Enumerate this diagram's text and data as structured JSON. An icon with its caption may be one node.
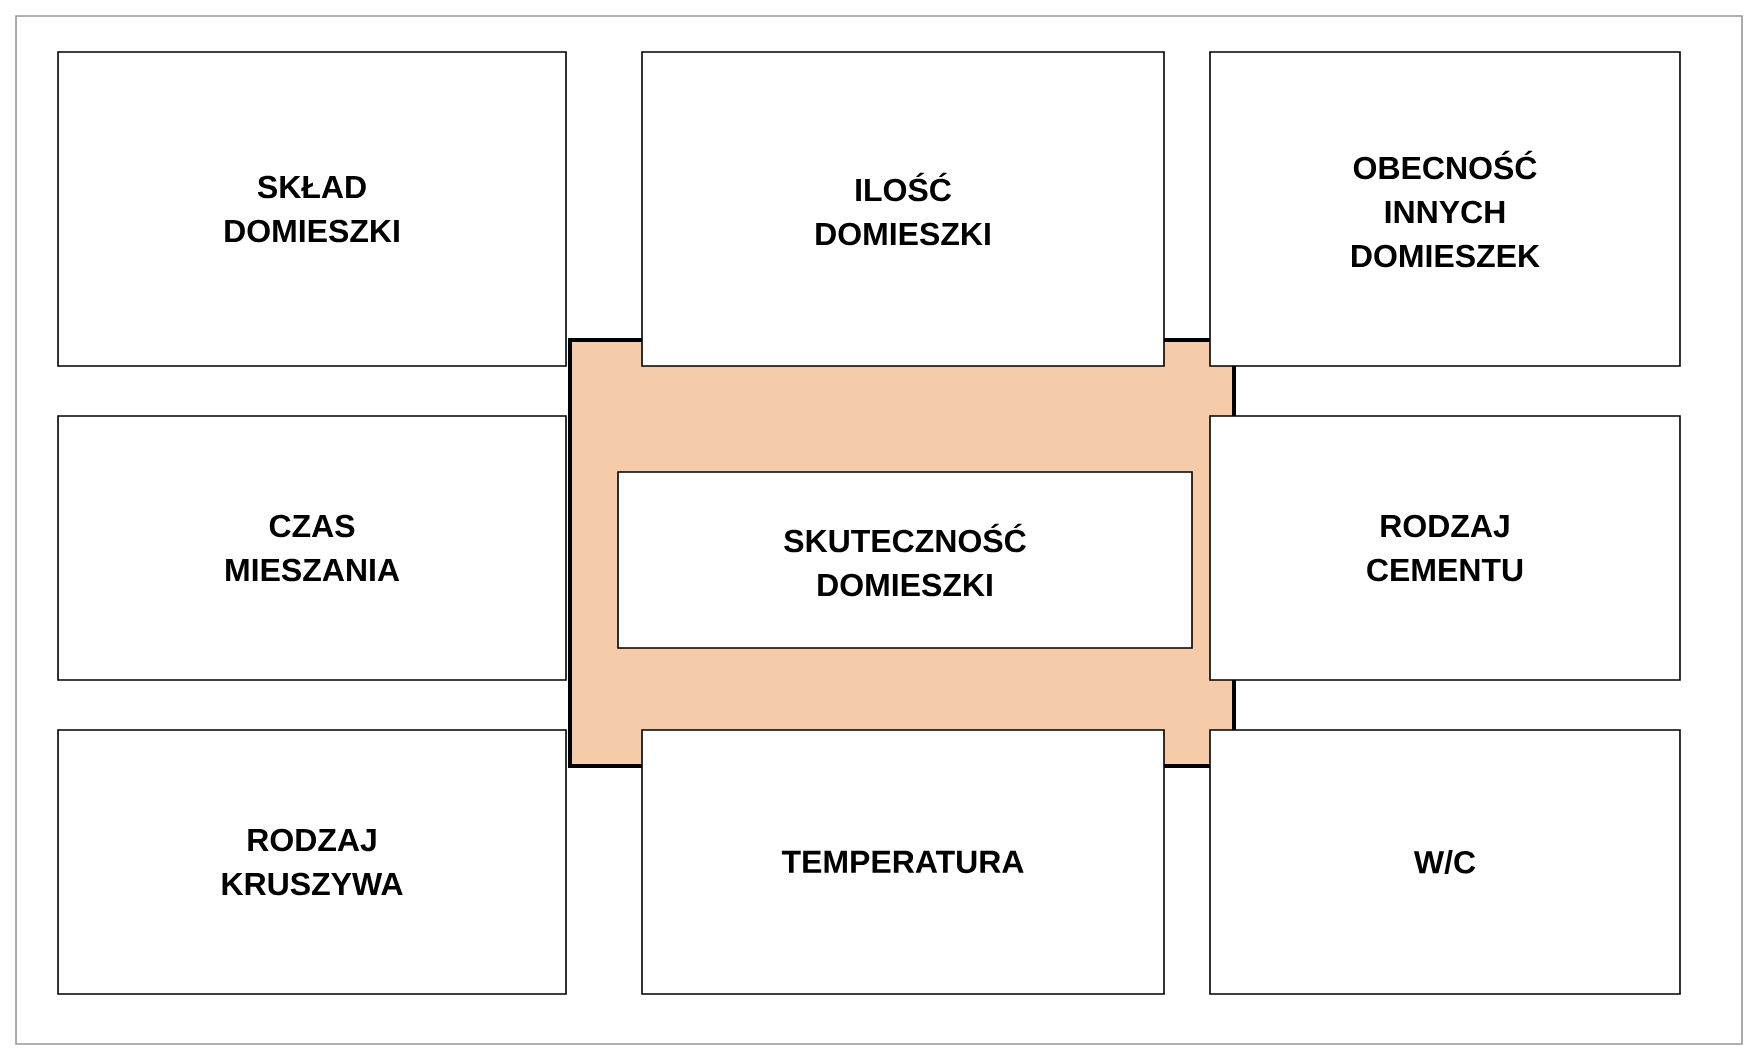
{
  "diagram": {
    "nodes": [
      {
        "text": [
          "SKŁAD DOMIESZKI"
        ]
      },
      {
        "text": [
          "ILOŚĆ DOMIESZKI"
        ]
      },
      {
        "text": [
          "OBECNOŚĆ INNYCH DOMIESZEK"
        ]
      },
      {
        "text": [
          "CZAS MIESZANIA"
        ]
      },
      {
        "text": [
          "SKUTECZNOŚĆ DOMIESZKI"
        ]
      },
      {
        "text": [
          "RODZAJ CEMENTU"
        ]
      },
      {
        "text": [
          "RODZAJ KRUSZYWA"
        ]
      },
      {
        "text": [
          "TEMPERATURA"
        ]
      },
      {
        "text": [
          "W/C"
        ]
      }
    ]
  }
}
